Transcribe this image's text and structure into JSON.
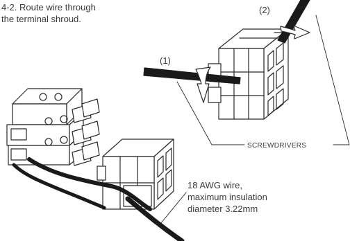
{
  "caption": {
    "line1": "4-2. Route wire through",
    "line2": "the terminal shroud."
  },
  "steps": {
    "step1": "(1)",
    "step2": "(2)"
  },
  "callouts": {
    "screwdrivers": "SCREWDRIVERS",
    "wire": {
      "line1": "18 AWG wire,",
      "line2": "maximum insulation",
      "line3": "diameter 3.22mm"
    }
  },
  "colors": {
    "line": "#2a2a2a",
    "text": "#3a3a3a",
    "background": "#ffffff"
  }
}
